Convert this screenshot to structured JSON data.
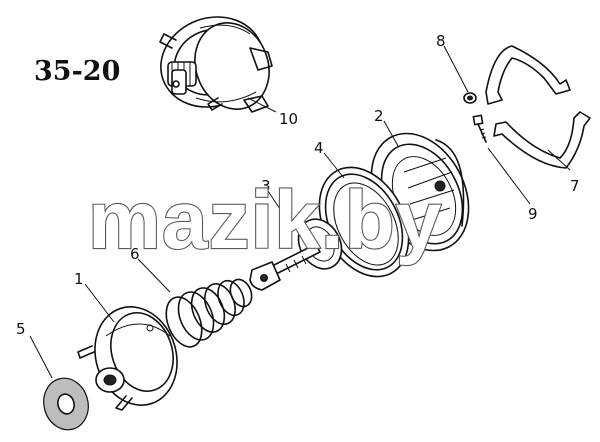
{
  "figure": {
    "number": "35-20",
    "watermark": "mazik.by",
    "callouts": [
      {
        "id": "1",
        "part": "housing"
      },
      {
        "id": "2",
        "part": "cover"
      },
      {
        "id": "3",
        "part": "pushrod"
      },
      {
        "id": "4",
        "part": "diaphragm"
      },
      {
        "id": "5",
        "part": "washer"
      },
      {
        "id": "6",
        "part": "spring"
      },
      {
        "id": "7",
        "part": "clamp-half"
      },
      {
        "id": "8",
        "part": "nut"
      },
      {
        "id": "9",
        "part": "bolt"
      },
      {
        "id": "10",
        "part": "chamber-assembly"
      }
    ]
  }
}
